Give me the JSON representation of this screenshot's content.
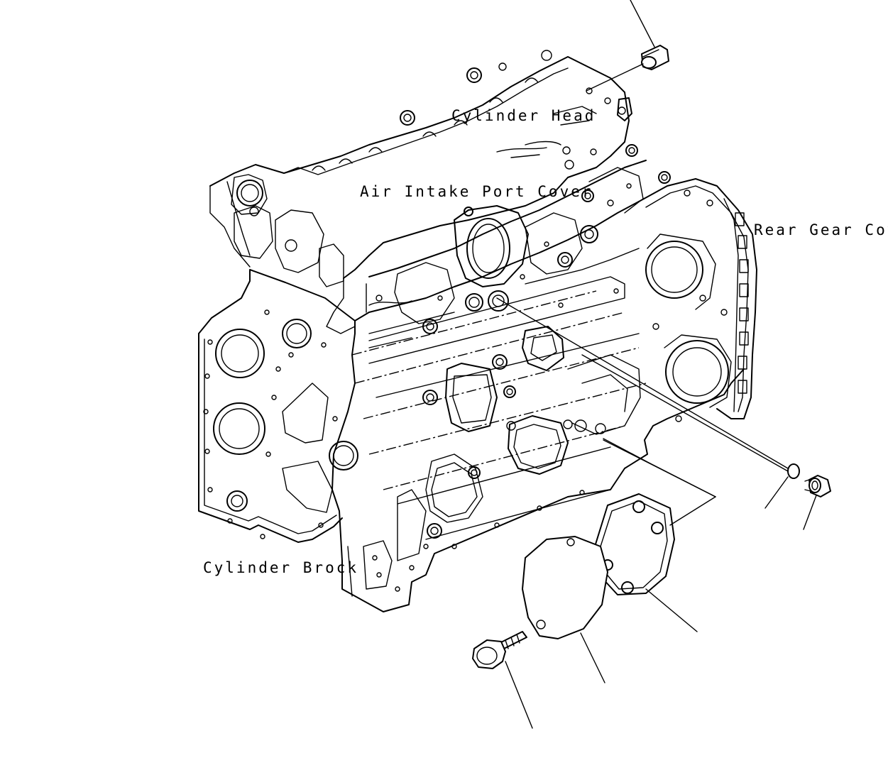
{
  "labels": {
    "cylinder_head": "Cylinder Head",
    "air_intake_port_cover": "Air Intake Port Cover",
    "rear_gear_cover": "Rear Gear Cover",
    "cylinder_block": "Cylinder Brock"
  },
  "colors": {
    "line": "#000000",
    "background": "#ffffff"
  }
}
